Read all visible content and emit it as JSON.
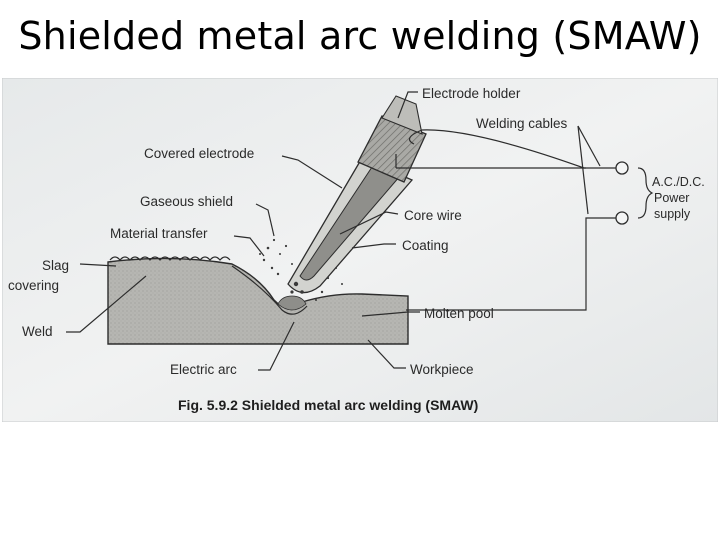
{
  "title": "Shielded metal arc welding (SMAW)",
  "figure": {
    "caption": "Fig. 5.9.2 Shielded metal arc welding (SMAW)",
    "labels": {
      "electrode_holder": "Electrode holder",
      "welding_cables": "Welding cables",
      "covered_electrode": "Covered electrode",
      "gaseous_shield": "Gaseous shield",
      "core_wire": "Core wire",
      "material_transfer": "Material transfer",
      "coating": "Coating",
      "slag_line1": "Slag",
      "slag_line2": "covering",
      "power_line1": "A.C./D.C.",
      "power_line2": "Power",
      "power_line3": "supply",
      "weld": "Weld",
      "molten_pool": "Molten pool",
      "electric_arc": "Electric arc",
      "workpiece": "Workpiece"
    }
  },
  "colors": {
    "paper": "#eef0f1",
    "metal": "#b4b4b0",
    "coating": "#cfd0cc",
    "core": "#8e8e8a",
    "ink": "#2d2d2d"
  }
}
